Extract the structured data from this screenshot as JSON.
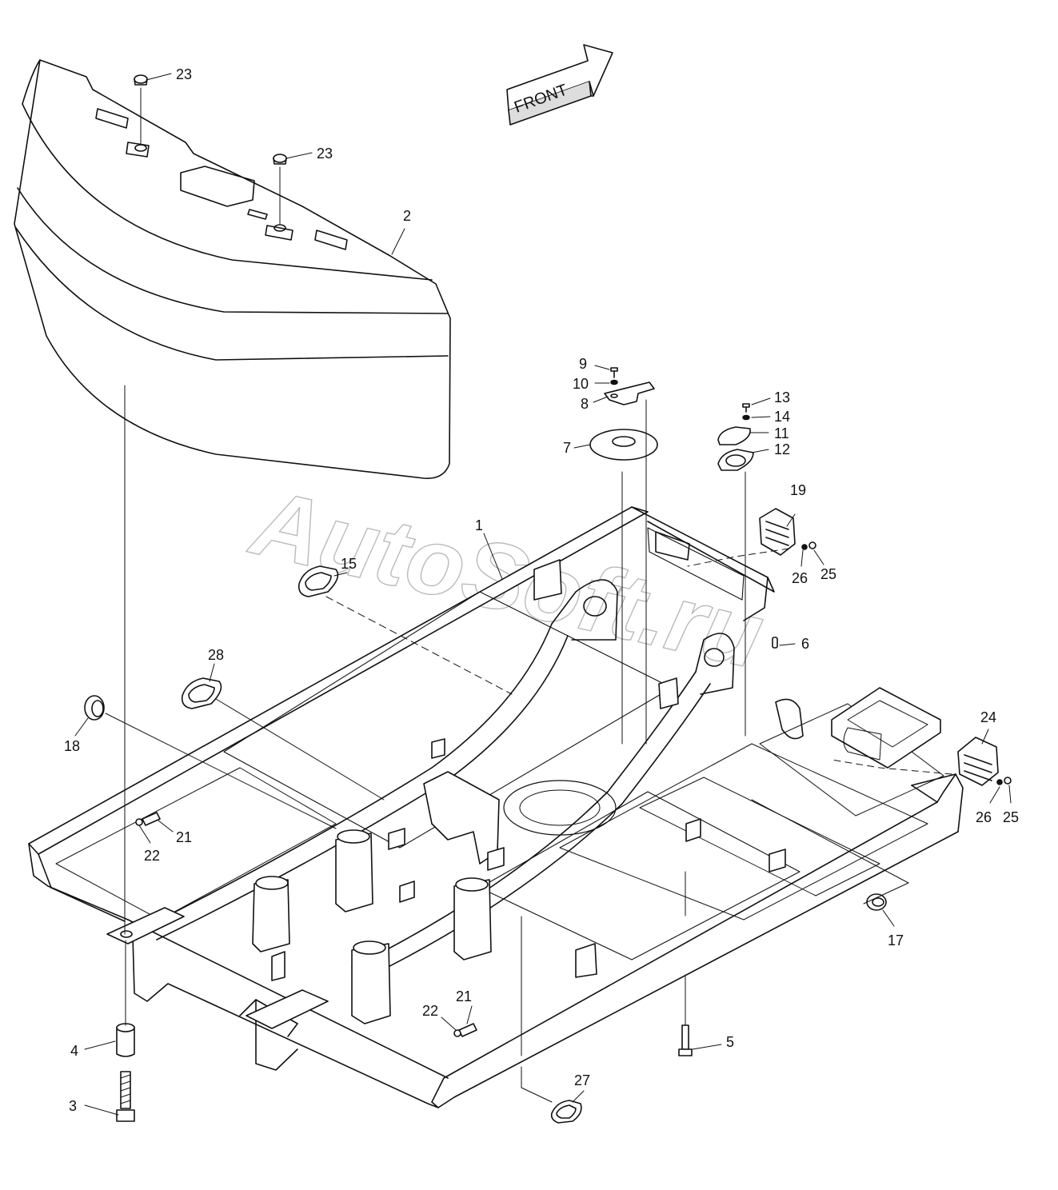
{
  "diagram": {
    "front_arrow_label": "FRONT",
    "watermark": "AutoSoft.ru",
    "callouts": [
      {
        "id": "c23a",
        "label": "23"
      },
      {
        "id": "c23b",
        "label": "23"
      },
      {
        "id": "c2",
        "label": "2"
      },
      {
        "id": "c9",
        "label": "9"
      },
      {
        "id": "c10",
        "label": "10"
      },
      {
        "id": "c8",
        "label": "8"
      },
      {
        "id": "c7",
        "label": "7"
      },
      {
        "id": "c13",
        "label": "13"
      },
      {
        "id": "c14",
        "label": "14"
      },
      {
        "id": "c11",
        "label": "11"
      },
      {
        "id": "c12",
        "label": "12"
      },
      {
        "id": "c19",
        "label": "19"
      },
      {
        "id": "c26a",
        "label": "26"
      },
      {
        "id": "c25a",
        "label": "25"
      },
      {
        "id": "c1",
        "label": "1"
      },
      {
        "id": "c15",
        "label": "15"
      },
      {
        "id": "c6",
        "label": "6"
      },
      {
        "id": "c28",
        "label": "28"
      },
      {
        "id": "c18",
        "label": "18"
      },
      {
        "id": "c24",
        "label": "24"
      },
      {
        "id": "c26b",
        "label": "26"
      },
      {
        "id": "c25b",
        "label": "25"
      },
      {
        "id": "c21a",
        "label": "21"
      },
      {
        "id": "c22a",
        "label": "22"
      },
      {
        "id": "c17",
        "label": "17"
      },
      {
        "id": "c21b",
        "label": "21"
      },
      {
        "id": "c22b",
        "label": "22"
      },
      {
        "id": "c4",
        "label": "4"
      },
      {
        "id": "c5",
        "label": "5"
      },
      {
        "id": "c27",
        "label": "27"
      },
      {
        "id": "c3",
        "label": "3"
      }
    ]
  }
}
